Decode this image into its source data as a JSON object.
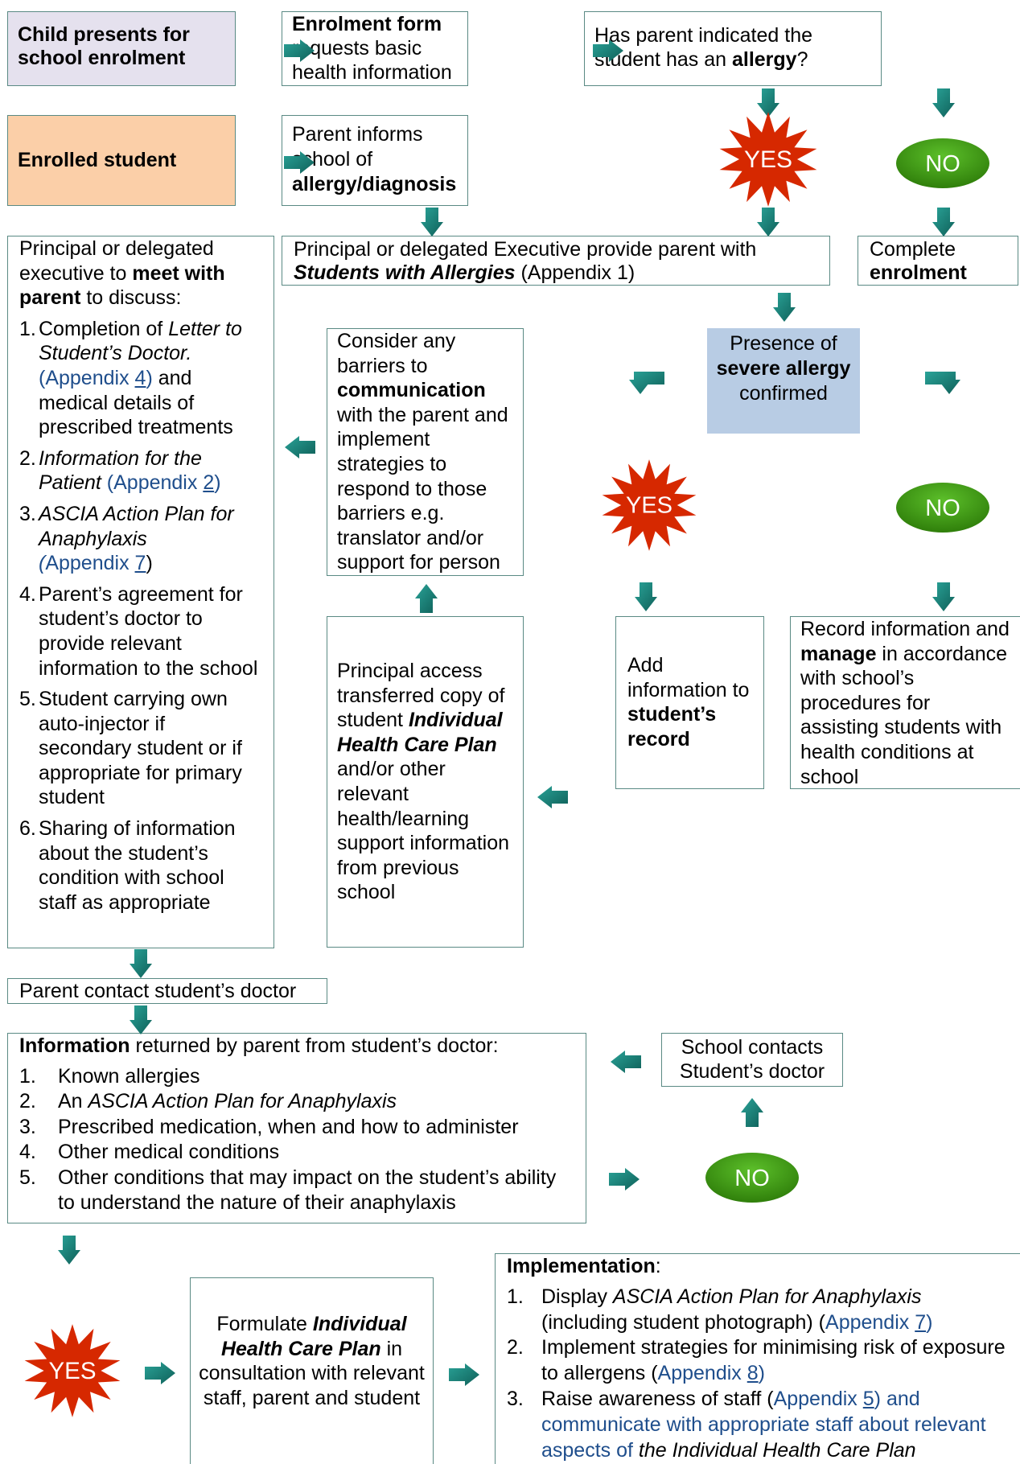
{
  "colors": {
    "teal": "#1f8a80",
    "teal_dark": "#0e5c56",
    "star": "#d62800",
    "pill": "#3a8c10",
    "box_border": "#5a8a84",
    "lavender": "#e5e1ee",
    "peach": "#fbcfa8",
    "blue_box": "#b8cce4",
    "link": "#1f4e8c"
  },
  "badges": {
    "yes": "YES",
    "no": "NO"
  },
  "child_presents": "Child presents for school enrolment",
  "enrolment_form": {
    "bold": "Enrolment form",
    "rest": "requests basic health information"
  },
  "allergy_question": {
    "pre": "Has parent indicated the student has an ",
    "bold": "allergy",
    "post": "?"
  },
  "enrolled_student": "Enrolled student",
  "parent_informs": {
    "pre": "Parent informs school of ",
    "bold": "allergy/diagnosis"
  },
  "principal_provide": {
    "pre": "Principal or delegated Executive provide parent with ",
    "bi": "Students with Allergies",
    "post": " (Appendix 1)"
  },
  "complete_enrolment": {
    "pre": "Complete ",
    "bold": "enrolment"
  },
  "meet_parent": {
    "intro_pre": "Principal or delegated executive to ",
    "intro_bold1": "meet with parent",
    "intro_post": " to discuss:",
    "i1_num": "1.",
    "i1_pre": "Completion of ",
    "i1_it": "Letter to Student’s Doctor.",
    "i1_link": "(Appendix ",
    "i1_ref": "4",
    "i1_close": ")",
    "i1_post": " and medical details of prescribed treatments",
    "i2_num": "2.",
    "i2_it": "Information for the Patient",
    "i2_link": " (Appendix ",
    "i2_ref": "2",
    "i2_close": ")",
    "i3_num": "3.",
    "i3_it": "ASCIA Action Plan for Anaphylaxis",
    "i3_open": "(",
    "i3_link": "Appendix ",
    "i3_ref": "7",
    "i3_close": ")",
    "i4_num": "4.",
    "i4": "Parent’s agreement for student’s doctor to provide relevant information to the school",
    "i5_num": "5.",
    "i5": "Student carrying own auto-injector if secondary student or if appropriate for primary student",
    "i6_num": "6.",
    "i6": "Sharing of information about the student’s condition with school staff as appropriate"
  },
  "barriers": {
    "pre": "Consider any barriers to ",
    "bold": "communication",
    "post": " with the parent and implement strategies to respond to those barriers e.g. translator and/or support for person"
  },
  "severe_allergy": {
    "pre": "Presence of",
    "bold": "severe allergy",
    "post": "confirmed"
  },
  "principal_access": {
    "pre": "Principal access transferred copy of student ",
    "bi": "Individual Health Care Plan",
    "post": " and/or other relevant health/learning support information from previous school"
  },
  "add_info": {
    "pre": "Add information to ",
    "bold": "student’s record"
  },
  "record_info": {
    "pre": "Record information and ",
    "bold": "manage",
    "post": " in accordance with school’s procedures for assisting students with health conditions at school"
  },
  "parent_contact": "Parent contact student’s doctor",
  "info_returned": {
    "bold": "Information",
    "rest": " returned by parent from student’s doctor:",
    "i1_num": "1.",
    "i1": "Known allergies",
    "i2_num": "2.",
    "i2_pre": "An ",
    "i2_it": "ASCIA Action Plan for Anaphylaxis",
    "i3_num": "3.",
    "i3": "Prescribed medication, when and how to administer",
    "i4_num": "4.",
    "i4": "Other medical conditions",
    "i5_num": "5.",
    "i5": "Other conditions that may impact on the student’s ability to understand the nature of their anaphylaxis"
  },
  "school_contacts": "School contacts Student’s doctor",
  "formulate": {
    "pre": "Formulate ",
    "bi": "Individual Health Care Plan",
    "post": " in consultation with relevant staff, parent and student"
  },
  "implementation": {
    "title": "Implementation",
    "colon": ":",
    "i1_num": "1.",
    "i1_pre": "Display ",
    "i1_it": "ASCIA Action Plan for Anaphylaxis",
    "i1_mid": " (including student photograph) (",
    "i1_link": "Appendix ",
    "i1_ref": "7",
    "i1_close": ")",
    "i2_num": "2.",
    "i2_pre": "Implement strategies for minimising risk of exposure to allergens (",
    "i2_link": "Appendix ",
    "i2_ref": "8",
    "i2_close": ")",
    "i3_num": "3.",
    "i3_pre": "Raise awareness of staff (",
    "i3_link": "Appendix ",
    "i3_ref": "5",
    "i3_close": ") and communicate with appropriate staff about relevant aspects of ",
    "i3_it": "the Individual Health Care Plan"
  }
}
